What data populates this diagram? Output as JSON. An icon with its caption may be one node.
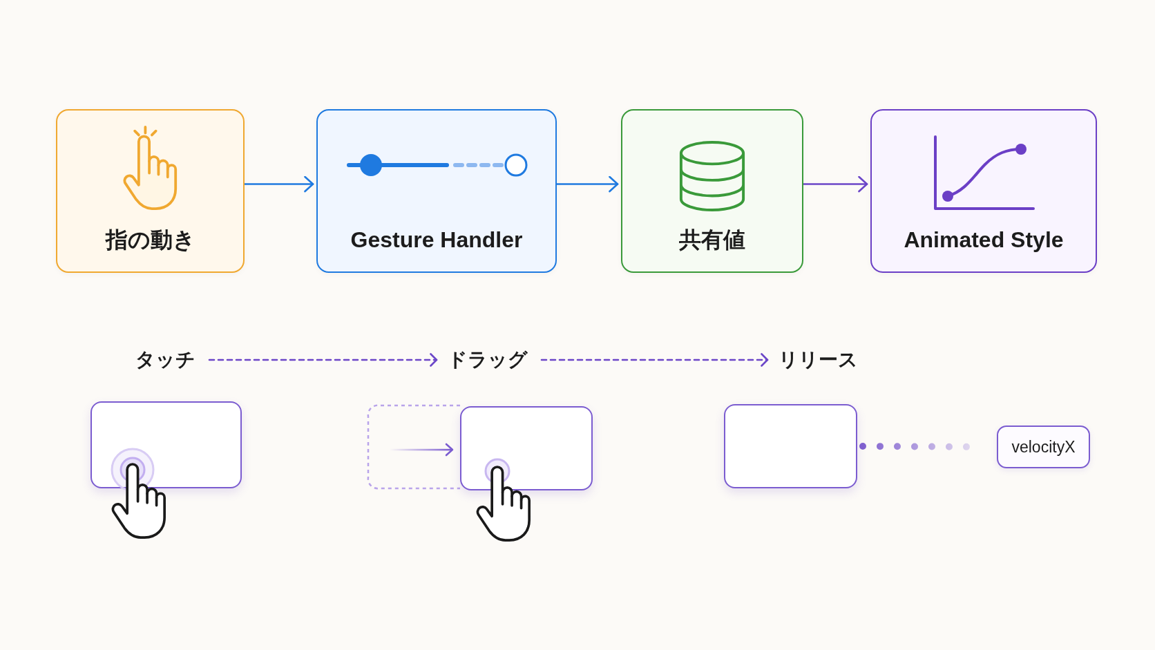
{
  "diagram": {
    "nodes": [
      {
        "text": [
          "指の動き"
        ]
      },
      {
        "text": [
          "Gesture Handler"
        ]
      },
      {
        "text": [
          "共有値"
        ]
      },
      {
        "text": [
          "Animated Style"
        ]
      },
      {
        "text": [
          "タッチ"
        ]
      },
      {
        "text": [
          "ドラッグ"
        ]
      },
      {
        "text": [
          "リリース"
        ]
      },
      {
        "text": [],
        "shape": "box"
      },
      {
        "text": [],
        "shape": "box"
      },
      {
        "text": [],
        "shape": "box"
      },
      {
        "text": [
          "velocityX"
        ]
      }
    ],
    "edges": [
      {
        "from": 0,
        "to": 1,
        "arrow": "to",
        "color": "#1f7ae0"
      },
      {
        "from": 1,
        "to": 2,
        "arrow": "to",
        "color": "#1f7ae0"
      },
      {
        "from": 2,
        "to": 3,
        "arrow": "to"
      },
      {
        "from": 4,
        "to": 5,
        "arrow": "to",
        "style": "dashed"
      },
      {
        "from": 5,
        "to": 6,
        "arrow": "to",
        "style": "dashed"
      },
      {
        "from": 9,
        "to": 10,
        "arrow": "none",
        "style": "dashed"
      }
    ]
  }
}
